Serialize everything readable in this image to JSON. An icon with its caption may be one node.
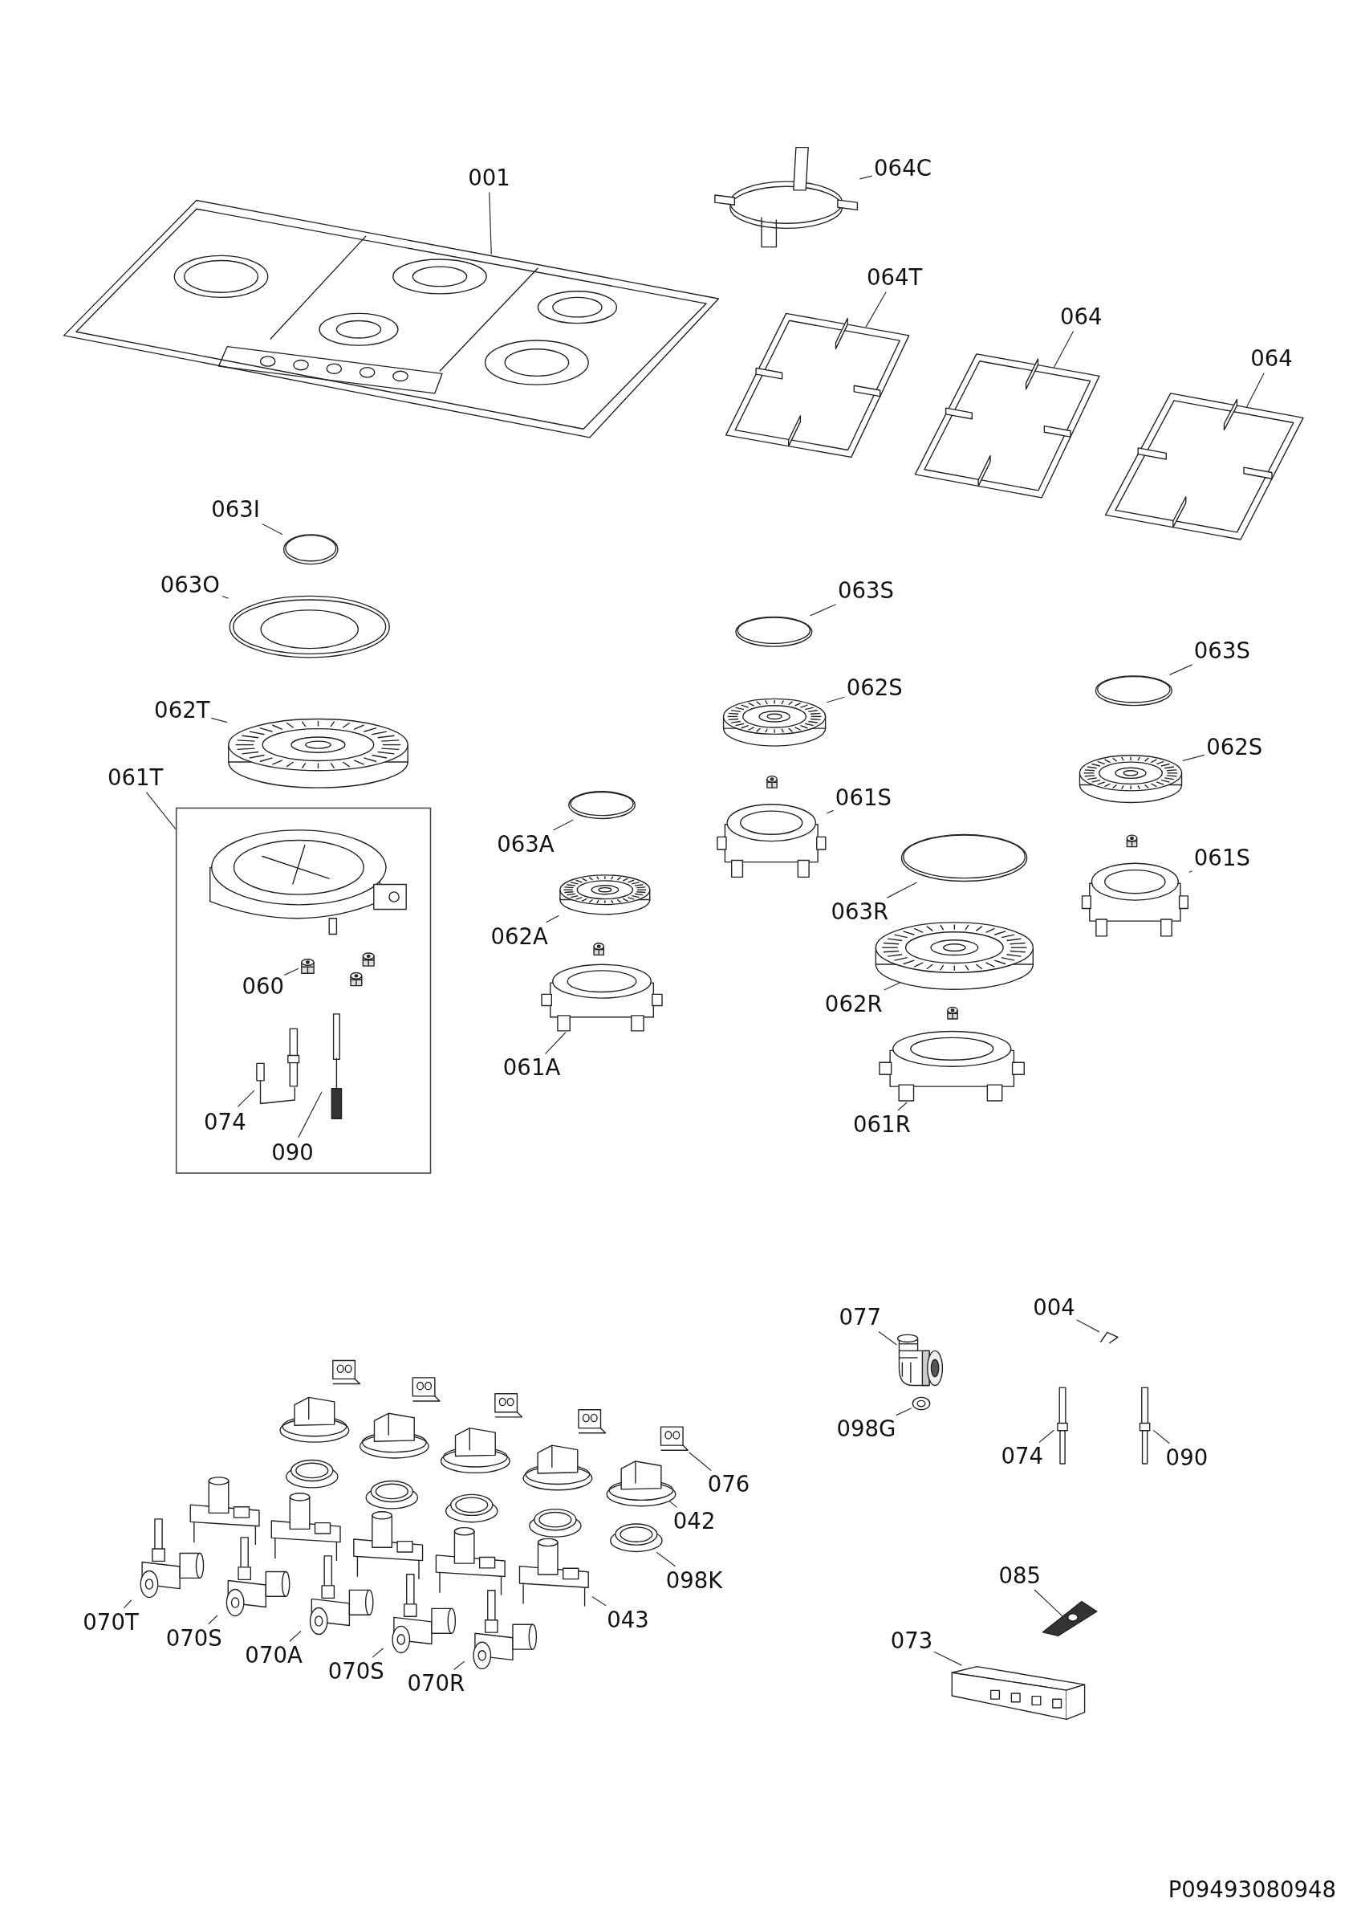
{
  "diagram": {
    "nodes": [
      {
        "text": [
          "001"
        ]
      },
      {
        "text": [],
        "shape": "picture"
      },
      {
        "text": [
          "064C"
        ]
      },
      {
        "text": [],
        "shape": "picture"
      },
      {
        "text": [
          "064T"
        ]
      },
      {
        "text": [],
        "shape": "picture"
      },
      {
        "text": [
          "064"
        ]
      },
      {
        "text": [],
        "shape": "picture"
      },
      {
        "text": [
          "064"
        ]
      },
      {
        "text": [],
        "shape": "picture"
      },
      {
        "text": [
          "063I"
        ]
      },
      {
        "text": [],
        "shape": "picture"
      },
      {
        "text": [
          "063O"
        ]
      },
      {
        "text": [],
        "shape": "picture"
      },
      {
        "text": [
          "062T"
        ]
      },
      {
        "text": [],
        "shape": "picture"
      },
      {
        "text": [
          "061T"
        ]
      },
      {
        "text": [],
        "shape": "box"
      },
      {
        "text": [
          "060"
        ],
        "in": 17
      },
      {
        "text": [],
        "shape": "picture",
        "in": 17
      },
      {
        "text": [
          "074"
        ],
        "in": 17
      },
      {
        "text": [],
        "shape": "picture",
        "in": 17
      },
      {
        "text": [
          "090"
        ],
        "in": 17
      },
      {
        "text": [],
        "shape": "picture",
        "in": 17
      },
      {
        "text": [
          "063A"
        ]
      },
      {
        "text": [],
        "shape": "picture"
      },
      {
        "text": [
          "062A"
        ]
      },
      {
        "text": [],
        "shape": "picture"
      },
      {
        "text": [
          "061A"
        ]
      },
      {
        "text": [],
        "shape": "picture"
      },
      {
        "text": [
          "063S"
        ]
      },
      {
        "text": [],
        "shape": "picture"
      },
      {
        "text": [
          "062S"
        ]
      },
      {
        "text": [],
        "shape": "picture"
      },
      {
        "text": [
          "061S"
        ]
      },
      {
        "text": [],
        "shape": "picture"
      },
      {
        "text": [
          "063R"
        ]
      },
      {
        "text": [],
        "shape": "picture"
      },
      {
        "text": [
          "062R"
        ]
      },
      {
        "text": [],
        "shape": "picture"
      },
      {
        "text": [
          "061R"
        ]
      },
      {
        "text": [],
        "shape": "picture"
      },
      {
        "text": [
          "063S"
        ]
      },
      {
        "text": [],
        "shape": "picture"
      },
      {
        "text": [
          "062S"
        ]
      },
      {
        "text": [],
        "shape": "picture"
      },
      {
        "text": [
          "061S"
        ]
      },
      {
        "text": [],
        "shape": "picture"
      },
      {
        "text": [
          "077"
        ]
      },
      {
        "text": [],
        "shape": "picture"
      },
      {
        "text": [
          "098G"
        ]
      },
      {
        "text": [],
        "shape": "picture"
      },
      {
        "text": [
          "004"
        ]
      },
      {
        "text": [],
        "shape": "picture"
      },
      {
        "text": [
          "074"
        ]
      },
      {
        "text": [],
        "shape": "picture"
      },
      {
        "text": [
          "090"
        ]
      },
      {
        "text": [],
        "shape": "picture"
      },
      {
        "text": [
          "085"
        ]
      },
      {
        "text": [],
        "shape": "picture"
      },
      {
        "text": [
          "073"
        ]
      },
      {
        "text": [],
        "shape": "picture"
      },
      {
        "text": [
          "076"
        ]
      },
      {
        "text": [],
        "shape": "picture"
      },
      {
        "text": [
          "042"
        ]
      },
      {
        "text": [],
        "shape": "picture"
      },
      {
        "text": [
          "098K"
        ]
      },
      {
        "text": [],
        "shape": "picture"
      },
      {
        "text": [
          "043"
        ]
      },
      {
        "text": [],
        "shape": "picture"
      },
      {
        "text": [
          "070T"
        ]
      },
      {
        "text": [],
        "shape": "picture"
      },
      {
        "text": [
          "070S"
        ]
      },
      {
        "text": [],
        "shape": "picture"
      },
      {
        "text": [
          "070A"
        ]
      },
      {
        "text": [],
        "shape": "picture"
      },
      {
        "text": [
          "070S"
        ]
      },
      {
        "text": [],
        "shape": "picture"
      },
      {
        "text": [
          "070R"
        ]
      },
      {
        "text": [],
        "shape": "picture"
      }
    ],
    "edges": [
      {
        "from": 0,
        "to": 1,
        "arrow": "none"
      },
      {
        "from": 2,
        "to": 3,
        "arrow": "none"
      },
      {
        "from": 4,
        "to": 5,
        "arrow": "none"
      },
      {
        "from": 6,
        "to": 7,
        "arrow": "none"
      },
      {
        "from": 8,
        "to": 9,
        "arrow": "none"
      },
      {
        "from": 10,
        "to": 11,
        "arrow": "none"
      },
      {
        "from": 12,
        "to": 13,
        "arrow": "none"
      },
      {
        "from": 14,
        "to": 15,
        "arrow": "none"
      },
      {
        "from": 16,
        "to": 17,
        "arrow": "none"
      },
      {
        "from": 18,
        "to": 19,
        "arrow": "none"
      },
      {
        "from": 20,
        "to": 21,
        "arrow": "none"
      },
      {
        "from": 22,
        "to": 23,
        "arrow": "none"
      },
      {
        "from": 24,
        "to": 25,
        "arrow": "none"
      },
      {
        "from": 26,
        "to": 27,
        "arrow": "none"
      },
      {
        "from": 28,
        "to": 29,
        "arrow": "none"
      },
      {
        "from": 30,
        "to": 31,
        "arrow": "none"
      },
      {
        "from": 32,
        "to": 33,
        "arrow": "none"
      },
      {
        "from": 34,
        "to": 35,
        "arrow": "none"
      },
      {
        "from": 36,
        "to": 37,
        "arrow": "none"
      },
      {
        "from": 38,
        "to": 39,
        "arrow": "none"
      },
      {
        "from": 40,
        "to": 41,
        "arrow": "none"
      },
      {
        "from": 42,
        "to": 43,
        "arrow": "none"
      },
      {
        "from": 44,
        "to": 45,
        "arrow": "none"
      },
      {
        "from": 46,
        "to": 47,
        "arrow": "none"
      },
      {
        "from": 48,
        "to": 49,
        "arrow": "none"
      },
      {
        "from": 50,
        "to": 51,
        "arrow": "none"
      },
      {
        "from": 52,
        "to": 53,
        "arrow": "none"
      },
      {
        "from": 54,
        "to": 55,
        "arrow": "none"
      },
      {
        "from": 56,
        "to": 57,
        "arrow": "none"
      },
      {
        "from": 58,
        "to": 59,
        "arrow": "none"
      },
      {
        "from": 60,
        "to": 61,
        "arrow": "none"
      },
      {
        "from": 62,
        "to": 63,
        "arrow": "none"
      },
      {
        "from": 64,
        "to": 65,
        "arrow": "none"
      },
      {
        "from": 66,
        "to": 67,
        "arrow": "none"
      },
      {
        "from": 68,
        "to": 69,
        "arrow": "none"
      },
      {
        "from": 70,
        "to": 71,
        "arrow": "none"
      },
      {
        "from": 72,
        "to": 73,
        "arrow": "none"
      },
      {
        "from": 74,
        "to": 75,
        "arrow": "none"
      },
      {
        "from": 76,
        "to": 77,
        "arrow": "none"
      },
      {
        "from": 78,
        "to": 79,
        "arrow": "none"
      }
    ],
    "labels": [
      "P09493080948"
    ]
  }
}
